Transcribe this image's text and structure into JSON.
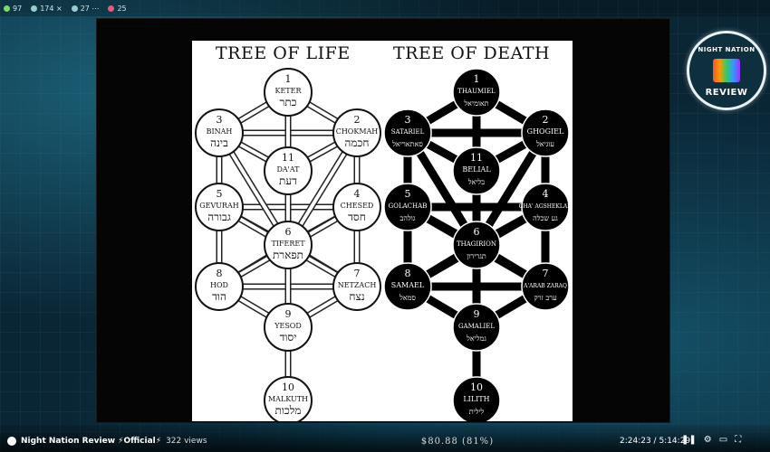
{
  "topbar": {
    "stats": [
      {
        "value": "97",
        "icon": "leaf-icon",
        "color": "#7fd66b"
      },
      {
        "value": "174 ×",
        "icon": "user-icon",
        "color": "#9cc"
      },
      {
        "value": "27 ⋯",
        "icon": "chat-icon",
        "color": "#9cc"
      },
      {
        "value": "25",
        "icon": "gift-icon",
        "color": "#e85a7a"
      }
    ]
  },
  "image": {
    "left_title": "TREE OF LIFE",
    "right_title": "TREE OF DEATH"
  },
  "tree_of_life": [
    {
      "num": "1",
      "name": "KETER",
      "hebrew": "כתר"
    },
    {
      "num": "2",
      "name": "CHOKMAH",
      "hebrew": "חכמה"
    },
    {
      "num": "3",
      "name": "BINAH",
      "hebrew": "בינה"
    },
    {
      "num": "11",
      "name": "DA'AT",
      "hebrew": "דעת"
    },
    {
      "num": "4",
      "name": "CHESED",
      "hebrew": "חסד"
    },
    {
      "num": "5",
      "name": "GEVURAH",
      "hebrew": "גבורה"
    },
    {
      "num": "6",
      "name": "TIFERET",
      "hebrew": "תפארת"
    },
    {
      "num": "7",
      "name": "NETZACH",
      "hebrew": "נצח"
    },
    {
      "num": "8",
      "name": "HOD",
      "hebrew": "הוד"
    },
    {
      "num": "9",
      "name": "YESOD",
      "hebrew": "יסוד"
    },
    {
      "num": "10",
      "name": "MALKUTH",
      "hebrew": "מלכות"
    }
  ],
  "tree_of_death": [
    {
      "num": "1",
      "name": "THAUMIEL",
      "hebrew": "תאומיאל"
    },
    {
      "num": "2",
      "name": "GHOGIEL",
      "hebrew": "עוגיאל"
    },
    {
      "num": "3",
      "name": "SATARIEL",
      "hebrew": "סאתאריאל"
    },
    {
      "num": "11",
      "name": "BELIAL",
      "hebrew": "בליאל"
    },
    {
      "num": "4",
      "name": "GHA' AGSHEKLAH",
      "hebrew": "גע שכלה"
    },
    {
      "num": "5",
      "name": "GOLACHAB",
      "hebrew": "גולהב"
    },
    {
      "num": "6",
      "name": "THAGIRION",
      "hebrew": "תגרירון"
    },
    {
      "num": "7",
      "name": "A'ARAB ZARAQ",
      "hebrew": "ערב זרק"
    },
    {
      "num": "8",
      "name": "SAMAEL",
      "hebrew": "סמאל"
    },
    {
      "num": "9",
      "name": "GAMALIEL",
      "hebrew": "גמליאל"
    },
    {
      "num": "10",
      "name": "LILITH",
      "hebrew": "לילית"
    }
  ],
  "badge": {
    "top_text": "NIGHT NATION",
    "bottom_text": "REVIEW"
  },
  "footer": {
    "channel_name": "Night Nation Review ⚡Official⚡",
    "views": "322 views",
    "price": "$80.88 (81%)",
    "time": "2:24:23 / 5:14:29"
  },
  "colors": {
    "background": "#0a2635",
    "accent": "#4fb3c9"
  }
}
